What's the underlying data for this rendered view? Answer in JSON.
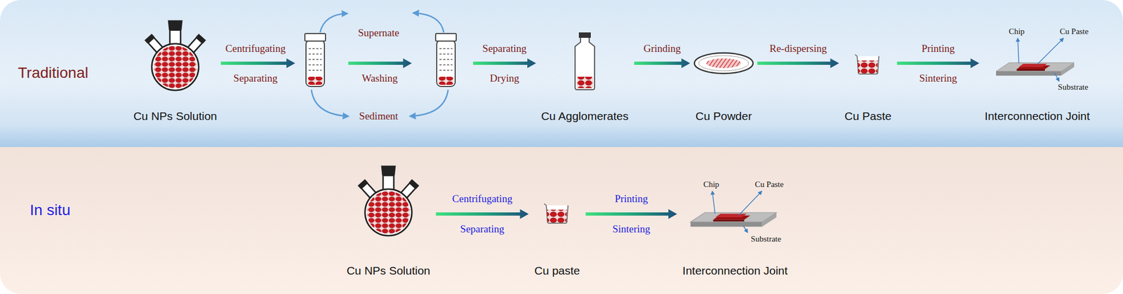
{
  "diagram": {
    "nodes": [
      {
        "text": [
          "Traditional"
        ]
      },
      {
        "text": [
          "Cu NPs Solution"
        ],
        "in": 0
      },
      {
        "text": [
          "Cu Agglomerates"
        ],
        "in": 0
      },
      {
        "text": [
          "Cu Powder"
        ],
        "in": 0
      },
      {
        "text": [
          "Cu Paste"
        ],
        "in": 0
      },
      {
        "text": [
          "Interconnection Joint"
        ],
        "in": 0
      },
      {
        "text": [
          "In situ"
        ]
      },
      {
        "text": [
          "Cu NPs Solution"
        ],
        "in": 6
      },
      {
        "text": [
          "Cu paste"
        ],
        "in": 6
      },
      {
        "text": [
          "Interconnection Joint"
        ],
        "in": 6
      }
    ],
    "edges": [
      {
        "from": 2,
        "to": 3,
        "arrow": "to"
      },
      {
        "from": 3,
        "to": 4,
        "arrow": "to"
      },
      {
        "from": 4,
        "to": 5,
        "arrow": "to"
      },
      {
        "from": 7,
        "to": 8,
        "arrow": "to"
      },
      {
        "from": 8,
        "to": 9,
        "arrow": "to"
      }
    ],
    "labels": [
      "Centrifugating",
      "Separating",
      "Supernate",
      "Washing",
      "Sediment",
      "Separating",
      "Drying",
      "Grinding",
      "Re-dispersing",
      "Printing",
      "Sintering",
      "Chip",
      "Cu Paste",
      "Substrate",
      "Centrifugating",
      "Separating",
      "Printing",
      "Sintering",
      "Chip",
      "Cu Paste",
      "Substrate"
    ]
  }
}
